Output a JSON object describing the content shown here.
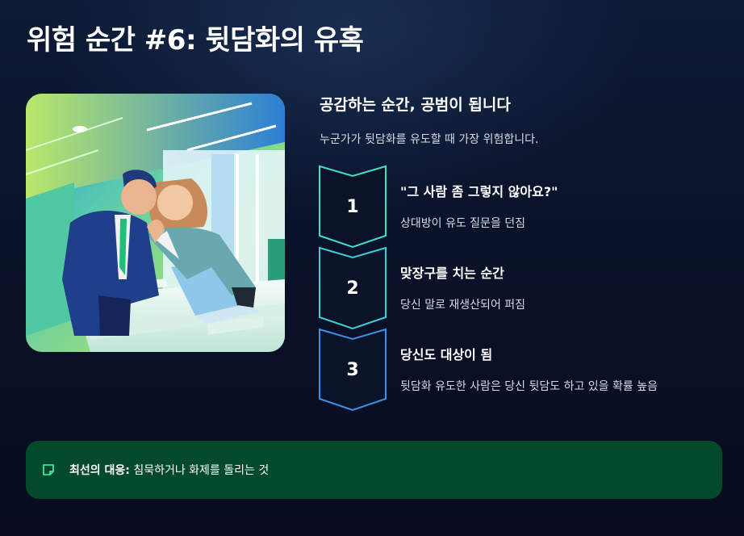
{
  "page": {
    "title": "위험 순간 #6: 뒷담화의 유혹"
  },
  "content": {
    "heading": "공감하는 순간, 공범이 됩니다",
    "subtitle": "누군가가 뒷담화를 유도할 때 가장 위험합니다."
  },
  "steps": [
    {
      "number": "1",
      "title": "\"그 사람 좀 그렇지 않아요?\"",
      "description": "상대방이 유도 질문을 던짐",
      "color": "#3fe0c5"
    },
    {
      "number": "2",
      "title": "맞장구를 치는 순간",
      "description": "당신 말로 재생산되어 퍼짐",
      "color": "#3ad0d6"
    },
    {
      "number": "3",
      "title": "당신도 대상이 됨",
      "description": "뒷담화 유도한 사람은 당신 뒷담도 하고 있을 확률 높음",
      "color": "#3a8fe8"
    }
  ],
  "callout": {
    "label": "최선의 대응:",
    "text": " 침묵하거나 화제를 돌리는 것",
    "icon": "note-icon",
    "background": "#034a2c",
    "icon_color": "#3fe0a5"
  },
  "colors": {
    "background": "#0a1229",
    "accent_teal": "#3fe0c5",
    "accent_blue": "#3a8fe8"
  }
}
